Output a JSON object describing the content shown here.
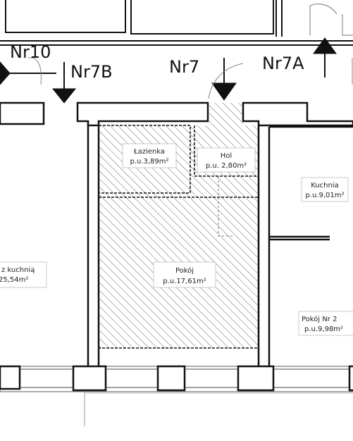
{
  "units": {
    "nr10": "Nr10",
    "nr7b": "Nr7B",
    "nr7": "Nr7",
    "nr7a": "Nr7A"
  },
  "rooms": {
    "lazienka_name": "Łazienka",
    "lazienka_area": "p.u.3,89m²",
    "hol_name": "Hol",
    "hol_area": "p.u. 2,80m²",
    "pokoj_name": "Pokój",
    "pokoj_area": "p.u.17,61m²",
    "kuchnia_name": "Kuchnia",
    "kuchnia_area": "p.u.9,01m²",
    "pokoj2_name": "Pokój Nr 2",
    "pokoj2_area": "p.u.9,98m²",
    "left_name": "z kuchnią",
    "left_area": "25,54m²"
  }
}
